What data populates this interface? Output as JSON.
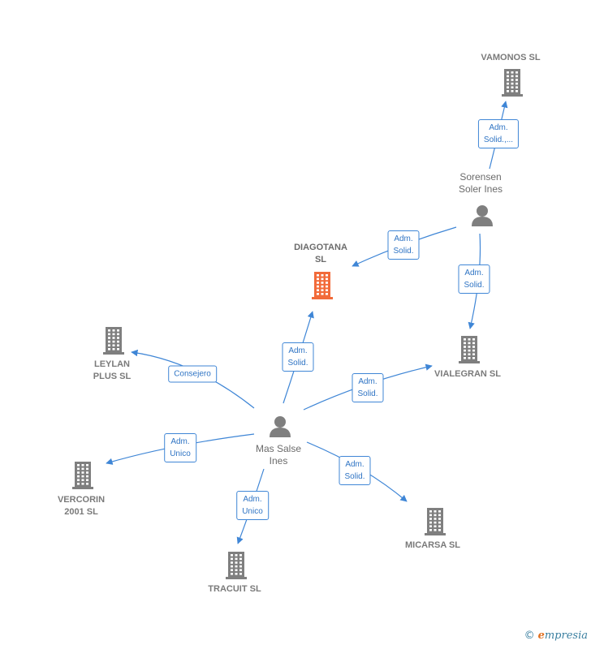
{
  "colors": {
    "edge": "#3f86d6",
    "company": "#7f7f7f",
    "focus": "#f26b3a",
    "person": "#7f7f7f"
  },
  "nodes": [
    {
      "id": "vamonos",
      "type": "company",
      "lines": [
        "VAMONOS SL"
      ]
    },
    {
      "id": "sorensen",
      "type": "person",
      "lines": [
        "Sorensen",
        "Soler Ines"
      ]
    },
    {
      "id": "diagotana",
      "type": "focus",
      "lines": [
        "DIAGOTANA",
        "SL"
      ]
    },
    {
      "id": "vialegran",
      "type": "company",
      "lines": [
        "VIALEGRAN  SL"
      ]
    },
    {
      "id": "leylan",
      "type": "company",
      "lines": [
        "LEYLAN",
        "PLUS SL"
      ]
    },
    {
      "id": "mas",
      "type": "person",
      "lines": [
        "Mas Salse",
        "Ines"
      ]
    },
    {
      "id": "vercorin",
      "type": "company",
      "lines": [
        "VERCORIN",
        "2001  SL"
      ]
    },
    {
      "id": "micarsa",
      "type": "company",
      "lines": [
        "MICARSA SL"
      ]
    },
    {
      "id": "tracuit",
      "type": "company",
      "lines": [
        "TRACUIT  SL"
      ]
    }
  ],
  "edges": [
    {
      "from": "sorensen",
      "to": "vamonos",
      "lines": [
        "Adm.",
        "Solid.,..."
      ]
    },
    {
      "from": "sorensen",
      "to": "diagotana",
      "lines": [
        "Adm.",
        "Solid."
      ]
    },
    {
      "from": "sorensen",
      "to": "vialegran",
      "lines": [
        "Adm.",
        "Solid."
      ]
    },
    {
      "from": "mas",
      "to": "diagotana",
      "lines": [
        "Adm.",
        "Solid."
      ]
    },
    {
      "from": "mas",
      "to": "leylan",
      "lines": [
        "Consejero"
      ]
    },
    {
      "from": "mas",
      "to": "vialegran",
      "lines": [
        "Adm.",
        "Solid."
      ]
    },
    {
      "from": "mas",
      "to": "vercorin",
      "lines": [
        "Adm.",
        "Unico"
      ]
    },
    {
      "from": "mas",
      "to": "micarsa",
      "lines": [
        "Adm.",
        "Solid."
      ]
    },
    {
      "from": "mas",
      "to": "tracuit",
      "lines": [
        "Adm.",
        "Unico"
      ]
    }
  ],
  "footer": {
    "copyright": "©",
    "brand_initial": "e",
    "brand_rest": "mpresia"
  }
}
